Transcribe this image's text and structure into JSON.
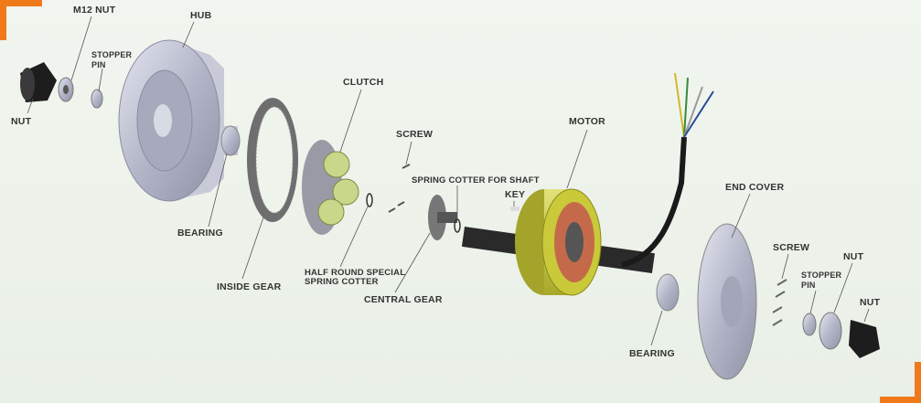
{
  "labels": {
    "nut_left": "NUT",
    "m12_nut": "M12 NUT",
    "stopper_pin_left_1": "STOPPER",
    "stopper_pin_left_2": "PIN",
    "hub": "HUB",
    "bearing_left": "BEARING",
    "inside_gear": "INSIDE GEAR",
    "clutch": "CLUTCH",
    "half_round_1": "HALF ROUND SPECIAL",
    "half_round_2": "SPRING COTTER",
    "screw_center": "SCREW",
    "spring_cotter_shaft": "SPRING COTTER FOR SHAFT",
    "central_gear": "CENTRAL GEAR",
    "key": "KEY",
    "motor": "MOTOR",
    "end_cover": "END COVER",
    "bearing_right": "BEARING",
    "screw_right": "SCREW",
    "stopper_pin_right_1": "STOPPER",
    "stopper_pin_right_2": "PIN",
    "nut_right_top": "NUT",
    "nut_right_bottom": "NUT"
  },
  "colors": {
    "accent": "#f07a1a",
    "metal": "#b9bccd",
    "motor_yellow": "#c9c93a",
    "gear_green": "#c8d88a"
  }
}
